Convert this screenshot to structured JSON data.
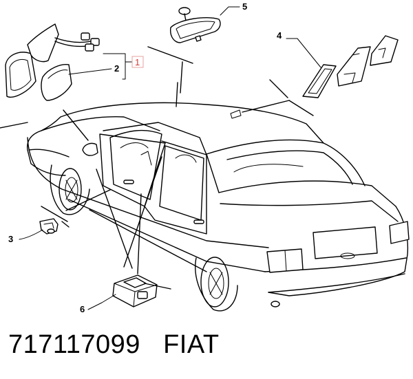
{
  "callouts": {
    "c1": "1",
    "c2": "2",
    "c3": "3",
    "c4": "4",
    "c5": "5",
    "c6": "6"
  },
  "footer": {
    "part_number": "717117099",
    "brand": "FIAT"
  },
  "colors": {
    "line": "#000000",
    "highlight": "#d23a3a",
    "background": "#ffffff"
  }
}
